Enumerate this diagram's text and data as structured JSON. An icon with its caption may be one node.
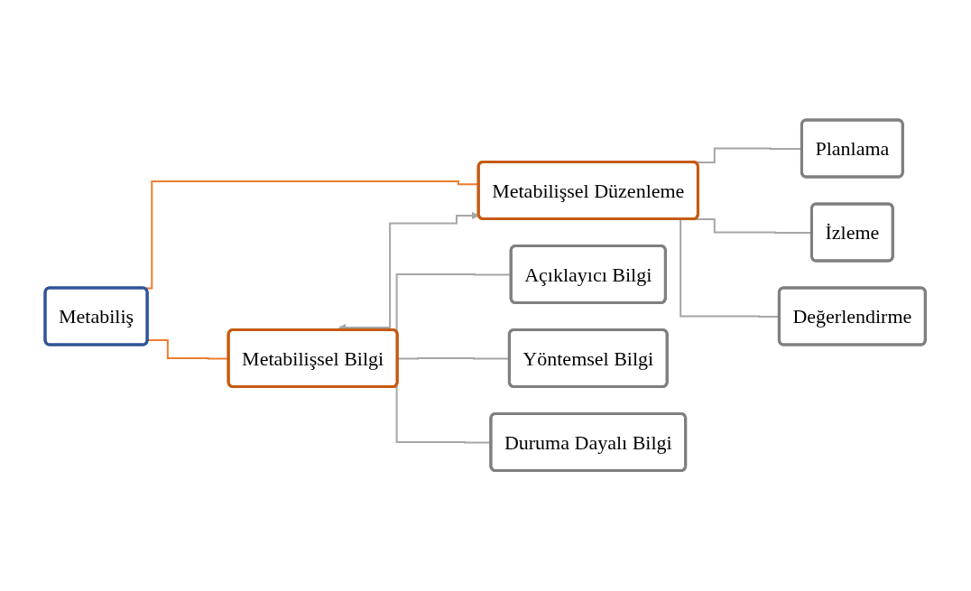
{
  "diagram": {
    "nodes": [
      {
        "text": [
          "Metabiliş"
        ]
      },
      {
        "text": [
          "Metabilişsel Bilgi"
        ]
      },
      {
        "text": [
          "Metabilişsel Düzenleme"
        ]
      },
      {
        "text": [
          "Açıklayıcı Bilgi"
        ]
      },
      {
        "text": [
          "Yöntemsel Bilgi"
        ]
      },
      {
        "text": [
          "Duruma Dayalı Bilgi"
        ]
      },
      {
        "text": [
          "Planlama"
        ]
      },
      {
        "text": [
          "İzleme"
        ]
      },
      {
        "text": [
          "Değerlendirme"
        ]
      }
    ],
    "edges": [
      {
        "from": 0,
        "to": 1,
        "arrow": "none",
        "color": "#ed7d31"
      },
      {
        "from": 0,
        "to": 2,
        "arrow": "none",
        "color": "#ed7d31"
      },
      {
        "from": 1,
        "to": 2,
        "arrow": "both"
      },
      {
        "from": 1,
        "to": 3,
        "arrow": "none"
      },
      {
        "from": 1,
        "to": 4,
        "arrow": "none"
      },
      {
        "from": 1,
        "to": 5,
        "arrow": "none"
      },
      {
        "from": 2,
        "to": 6,
        "arrow": "none"
      },
      {
        "from": 2,
        "to": 7,
        "arrow": "none"
      },
      {
        "from": 2,
        "to": 8,
        "arrow": "none"
      }
    ]
  }
}
